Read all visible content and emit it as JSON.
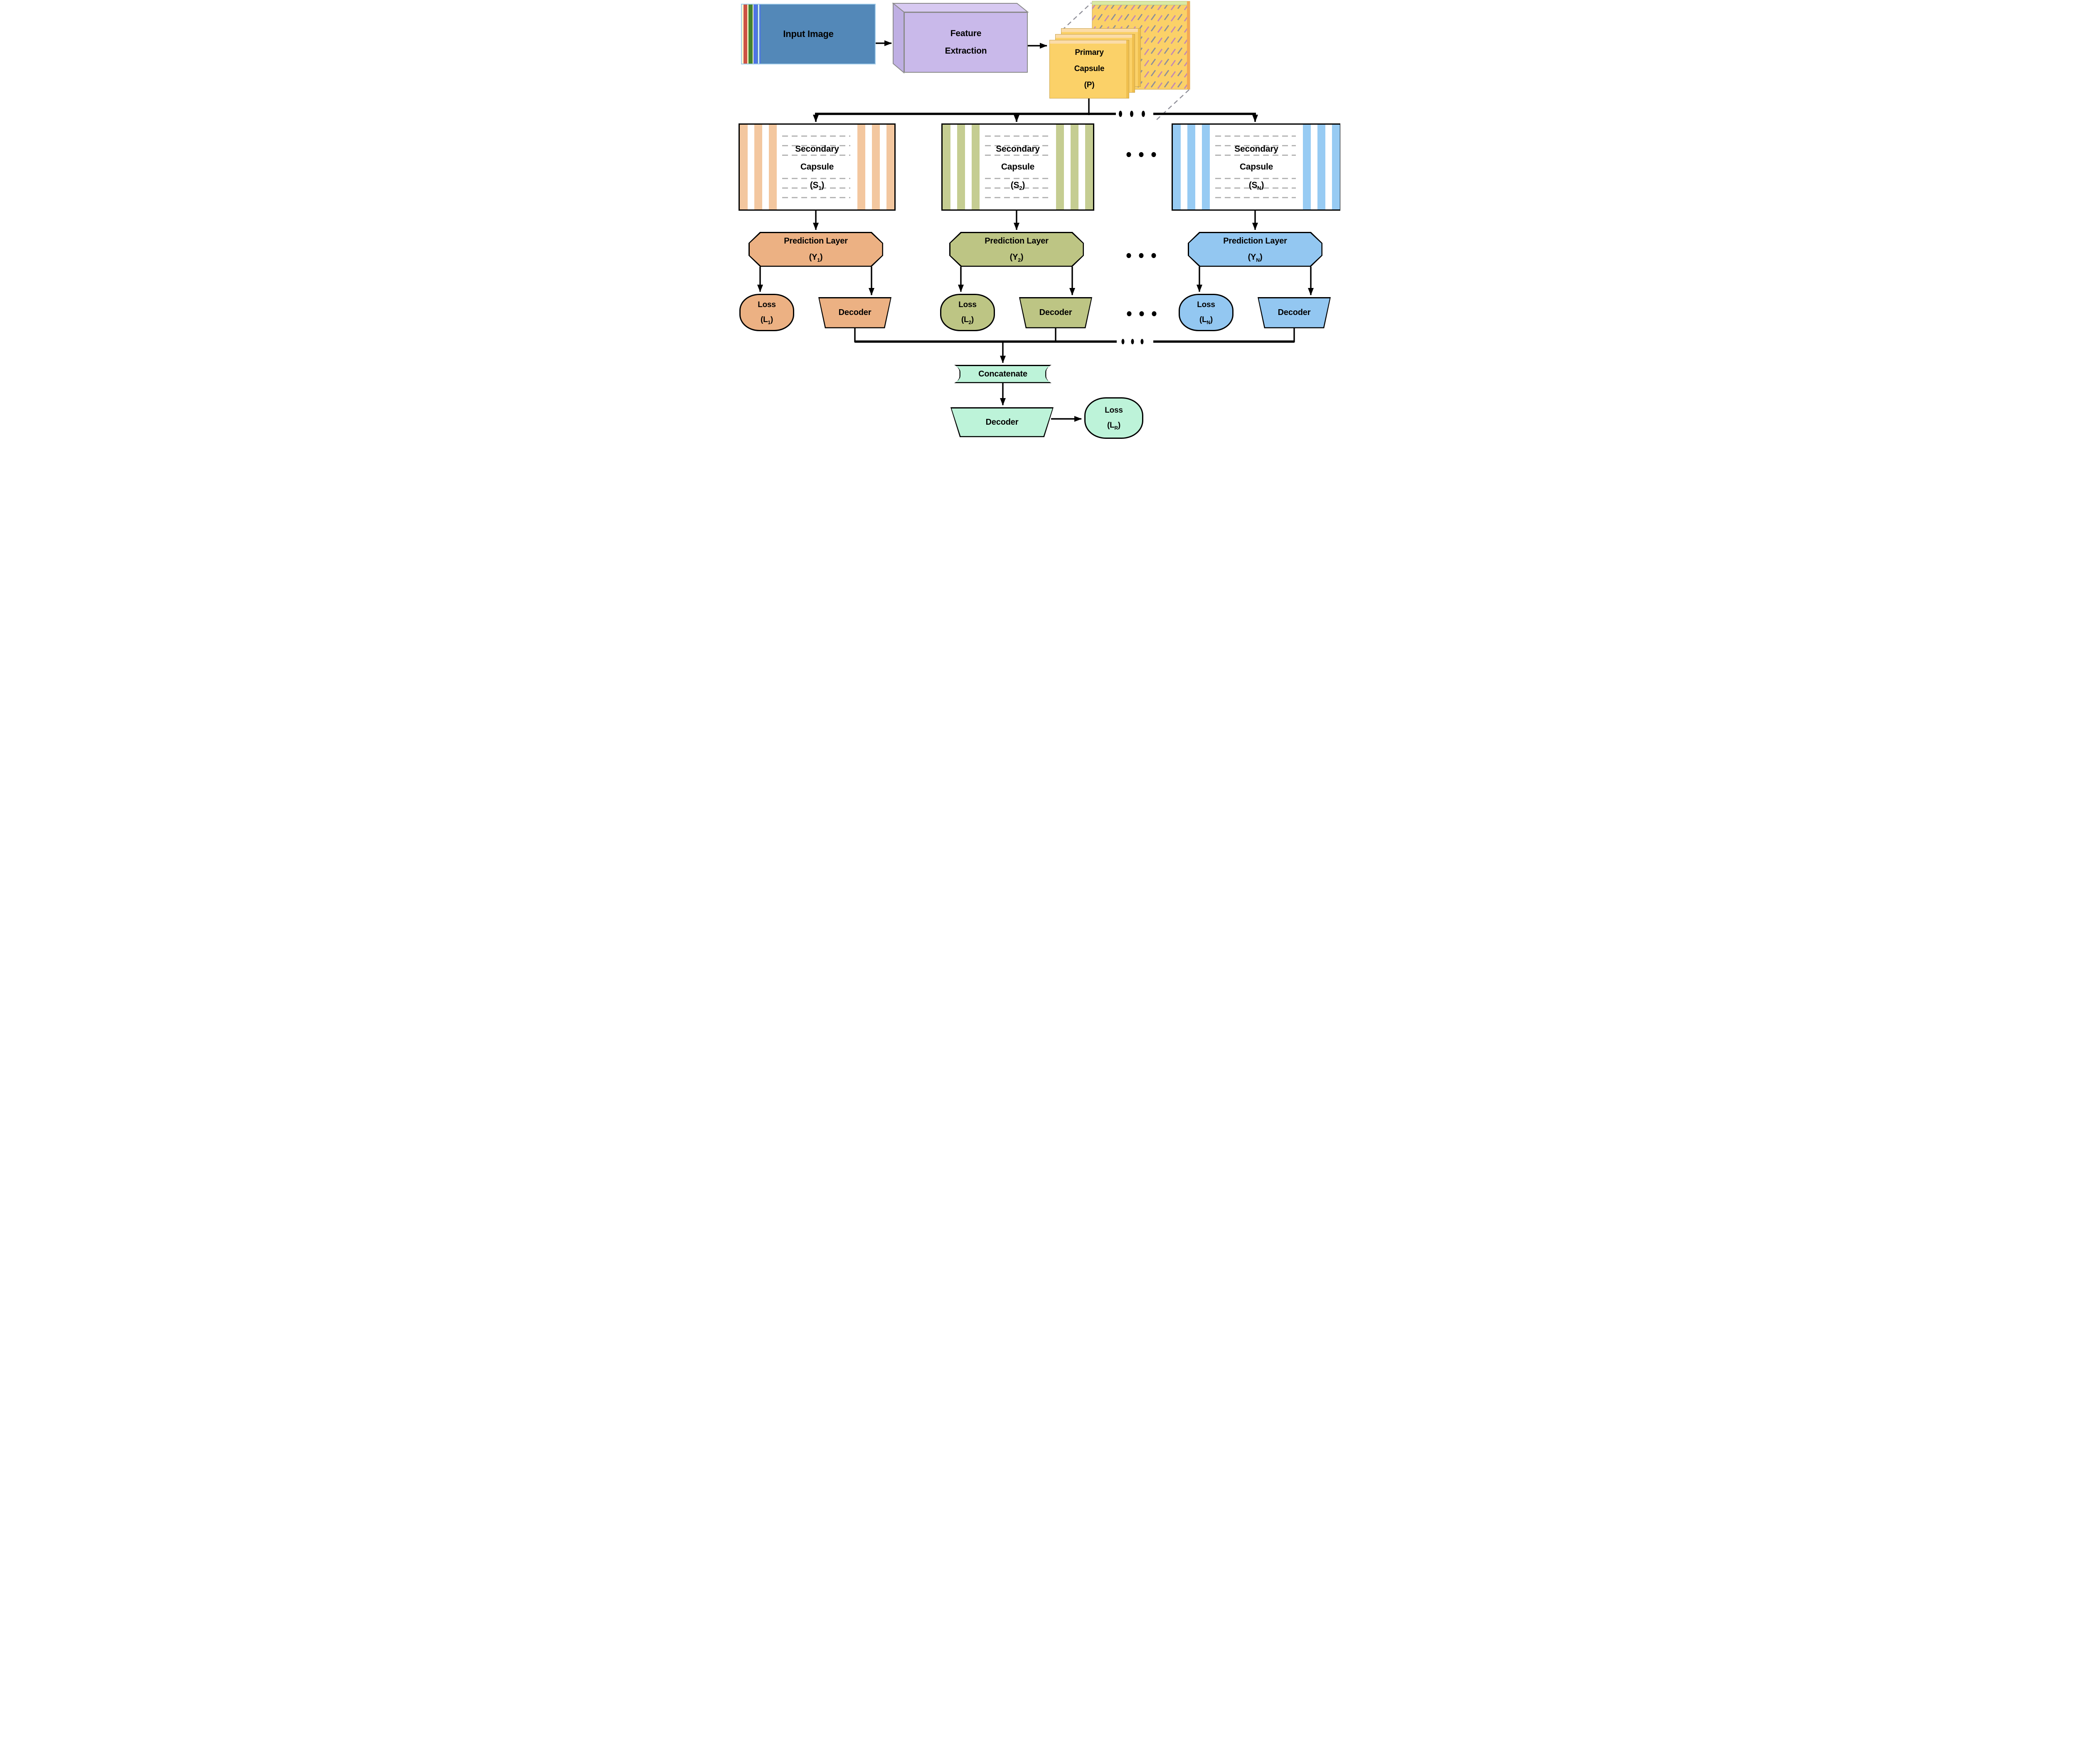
{
  "colors": {
    "background": "#FFFFFF",
    "connector": "#000000",
    "input_image_fill": "#5388B8",
    "input_stripe_red": "#CD5144",
    "input_stripe_green": "#44822E",
    "input_stripe_blue": "#4E74E6",
    "input_stripe_pale": "#FCFAD0",
    "feature_extraction_fill": "#C9B9EA",
    "primary_capsule_fill": "#FBD168",
    "primary_capsule_edge": "#FBDCA8",
    "back_plate_top_edge": "#D9E9A4",
    "back_plate_side_edge": "#F5A953",
    "dashed_line_gray": "#B5B5B5",
    "fusion_mint_fill": "#BDF3D9"
  },
  "input_image": {
    "label": "Input Image"
  },
  "feature_extraction": {
    "line1": "Feature",
    "line2": "Extraction"
  },
  "primary_capsule": {
    "line1": "Primary",
    "line2": "Capsule",
    "tag": "(P)"
  },
  "branches": [
    {
      "name": "branch-1",
      "stripe_color": "#F3C79F",
      "shape_color": "#ECB183",
      "secondary_capsule": {
        "line1": "Secondary",
        "line2": "Capsule",
        "tag_open": "(S",
        "tag_sub": "1",
        "tag_close": ")"
      },
      "prediction_layer": {
        "line1": "Prediction Layer",
        "tag_open": "(Y",
        "tag_sub": "1",
        "tag_close": ")"
      },
      "loss": {
        "line1": "Loss",
        "tag_open": "(L",
        "tag_sub": "1",
        "tag_close": ")"
      },
      "decoder": {
        "label": "Decoder"
      }
    },
    {
      "name": "branch-2",
      "stripe_color": "#C5CD92",
      "shape_color": "#BDC584",
      "secondary_capsule": {
        "line1": "Secondary",
        "line2": "Capsule",
        "tag_open": "(S",
        "tag_sub": "2",
        "tag_close": ")"
      },
      "prediction_layer": {
        "line1": "Prediction Layer",
        "tag_open": "(Y",
        "tag_sub": "2",
        "tag_close": ")"
      },
      "loss": {
        "line1": "Loss",
        "tag_open": "(L",
        "tag_sub": "2",
        "tag_close": ")"
      },
      "decoder": {
        "label": "Decoder"
      }
    },
    {
      "name": "branch-N",
      "stripe_color": "#97CBF3",
      "shape_color": "#93C7F1",
      "secondary_capsule": {
        "line1": "Secondary",
        "line2": "Capsule",
        "tag_open": "(S",
        "tag_sub": "N",
        "tag_close": ")"
      },
      "prediction_layer": {
        "line1": "Prediction Layer",
        "tag_open": "(Y",
        "tag_sub": "N",
        "tag_close": ")"
      },
      "loss": {
        "line1": "Loss",
        "tag_open": "(L",
        "tag_sub": "N",
        "tag_close": ")"
      },
      "decoder": {
        "label": "Decoder"
      }
    }
  ],
  "fusion": {
    "concatenate": {
      "label": "Concatenate"
    },
    "decoder": {
      "label": "Decoder"
    },
    "loss": {
      "line1": "Loss",
      "tag_open": "(L",
      "tag_sub": "R",
      "tag_close": ")"
    }
  }
}
